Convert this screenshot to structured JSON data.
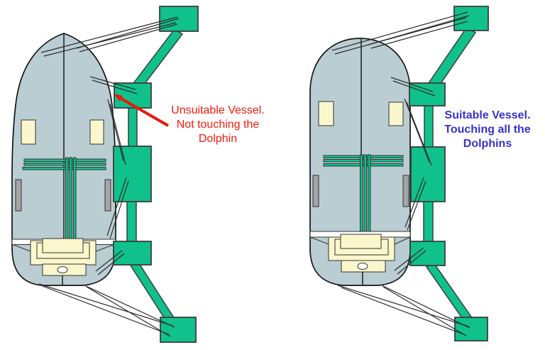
{
  "left_panel": {
    "annotation": "Unsuitable Vessel.\nNot touching the\nDolphin",
    "dolphin_count": 5
  },
  "right_panel": {
    "annotation": "Suitable Vessel.\nTouching all the\nDolphins",
    "dolphin_count": 5
  },
  "colors": {
    "dolphin": "#10C18B",
    "hull": "#BACDD3",
    "hatch": "#FBF7CC",
    "fitting": "#A5A5A5",
    "band": "#FFFFFF",
    "pipe": "#10C18B",
    "mooring_line": "#2B2B2B",
    "arrow": "#E8190B",
    "unsuitable_text": "#F51A0D",
    "suitable_text": "#3733CF"
  }
}
